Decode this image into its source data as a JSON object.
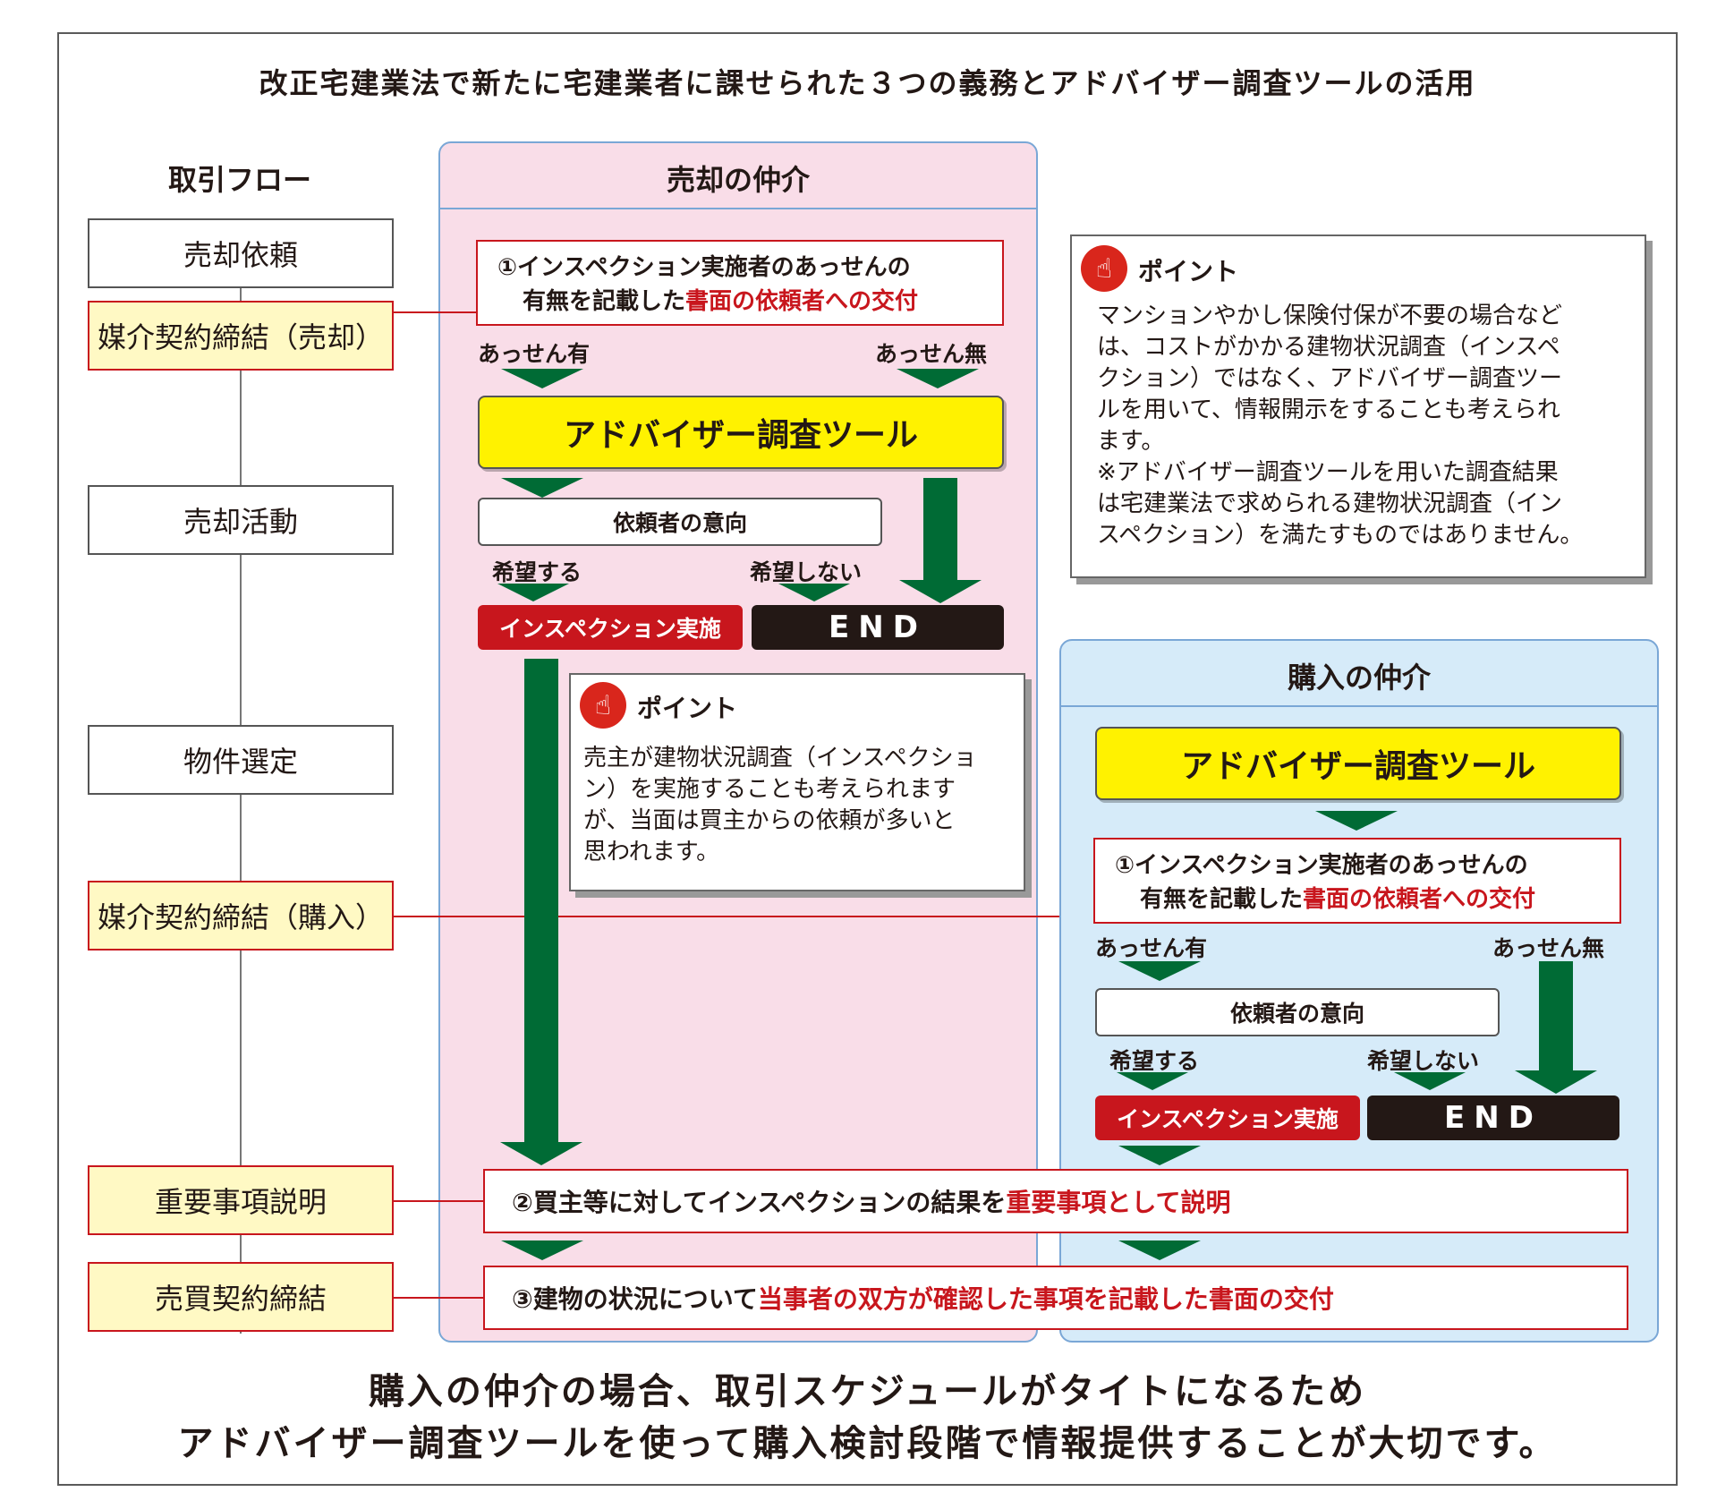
{
  "title": "改正宅建業法で新たに宅建業者に課せられた３つの義務とアドバイザー調査ツールの活用",
  "flow": {
    "heading": "取引フロー",
    "steps": [
      "売却依頼",
      "媒介契約締結（売却）",
      "売却活動",
      "物件選定",
      "媒介契約締結（購入）",
      "重要事項説明",
      "売買契約締結"
    ]
  },
  "sell": {
    "heading": "売却の仲介",
    "step1_line1": "①インスペクション実施者のあっせんの",
    "step1_line2_plain": "有無を記載した",
    "step1_line2_red": "書面の依頼者への交付",
    "with_mediation": "あっせん有",
    "without_mediation": "あっせん無",
    "tool": "アドバイザー調査ツール",
    "intent": "依頼者の意向",
    "wish": "希望する",
    "no_wish": "希望しない",
    "inspection": "インスペクション実施",
    "end": "END"
  },
  "buy": {
    "heading": "購入の仲介",
    "tool": "アドバイザー調査ツール",
    "step1_line1": "①インスペクション実施者のあっせんの",
    "step1_line2_plain": "有無を記載した",
    "step1_line2_red": "書面の依頼者への交付",
    "with_mediation": "あっせん有",
    "without_mediation": "あっせん無",
    "intent": "依頼者の意向",
    "wish": "希望する",
    "no_wish": "希望しない",
    "inspection": "インスペクション実施",
    "end": "END"
  },
  "point1": {
    "title": "ポイント",
    "body": [
      "マンションやかし保険付保が不要の場合など",
      "は、コストがかかる建物状況調査（インスペ",
      "クション）ではなく、アドバイザー調査ツー",
      "ルを用いて、情報開示をすることも考えられ",
      "ます。",
      "※アドバイザー調査ツールを用いた調査結果",
      "は宅建業法で求められる建物状況調査（イン",
      "スペクション）を満たすものではありません。"
    ]
  },
  "point2": {
    "title": "ポイント",
    "body": [
      "売主が建物状況調査（インスペクショ",
      "ン）を実施することも考えられます",
      "が、当面は買主からの依頼が多いと",
      "思われます。"
    ]
  },
  "step2": {
    "plain": "②買主等に対してインスペクションの結果を",
    "red": "重要事項として説明"
  },
  "step3": {
    "plain": "③建物の状況について",
    "red": "当事者の双方が確認した事項を記載した書面の交付"
  },
  "bottom": {
    "line1": "購入の仲介の場合、取引スケジュールがタイトになるため",
    "line2": "アドバイザー調査ツールを使って購入検討段階で情報提供することが大切です。"
  },
  "icons": {
    "point": "pointing-hand-icon"
  },
  "colors": {
    "accent_red": "#c8161d",
    "arrow_green": "#006b35",
    "tool_yellow": "#fff200",
    "sell_panel": "#f9dde8",
    "buy_panel": "#d6ebf9"
  }
}
